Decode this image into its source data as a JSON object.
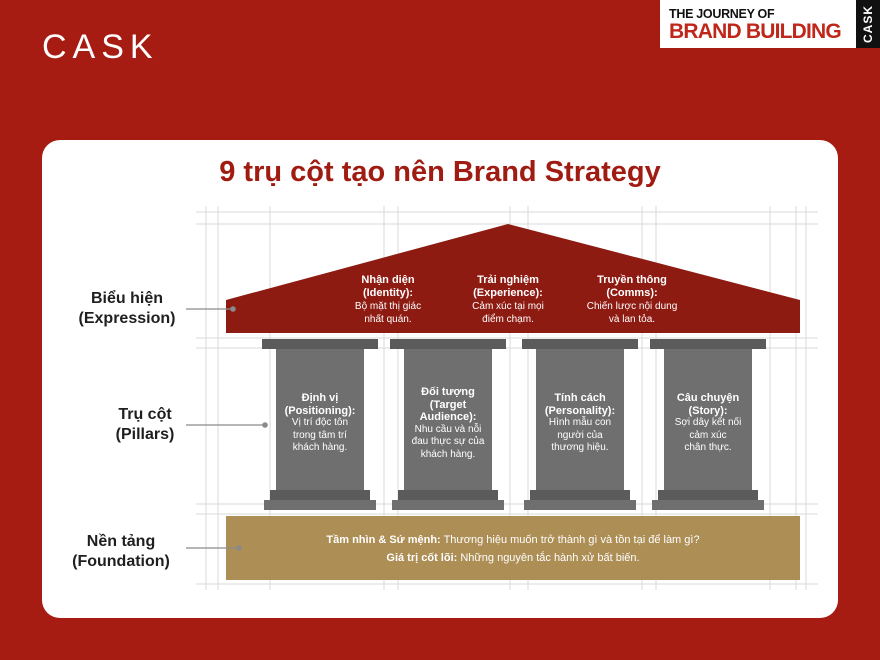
{
  "header": {
    "logo": "CASK",
    "badge_line1": "THE JOURNEY OF",
    "badge_line2": "BRAND BUILDING",
    "badge_side": "CASK"
  },
  "diagram": {
    "title": "9 trụ cột tạo nên Brand Strategy",
    "labels": {
      "expression": [
        "Biểu hiện",
        "(Expression)"
      ],
      "pillars": [
        "Trụ cột",
        "(Pillars)"
      ],
      "foundation": [
        "Nền tảng",
        "(Foundation)"
      ]
    },
    "roof": [
      {
        "title1": "Nhận diện",
        "title2": "(Identity):",
        "desc1": "Bộ mặt thị giác",
        "desc2": "nhất quán."
      },
      {
        "title1": "Trải nghiệm",
        "title2": "(Experience):",
        "desc1": "Cảm xúc tại mọi",
        "desc2": "điểm chạm."
      },
      {
        "title1": "Truyền thông",
        "title2": "(Comms):",
        "desc1": "Chiến lược nội dung",
        "desc2": "và lan tỏa."
      }
    ],
    "pillars": [
      {
        "lines_bold": [
          "Định vị",
          "(Positioning):"
        ],
        "lines": [
          "Vị trí độc tôn",
          "trong tâm trí",
          "khách hàng."
        ]
      },
      {
        "lines_bold": [
          "Đối tượng",
          "(Target",
          "Audience):"
        ],
        "lines": [
          "Nhu cầu và nỗi",
          "đau thực sự của",
          "khách hàng."
        ]
      },
      {
        "lines_bold": [
          "Tính cách",
          "(Personality):"
        ],
        "lines": [
          "Hình mẫu con",
          "người của",
          "thương hiệu."
        ]
      },
      {
        "lines_bold": [
          "Câu chuyện",
          "(Story):"
        ],
        "lines": [
          "Sợi dây kết nối",
          "cảm xúc",
          "chân thực."
        ]
      }
    ],
    "foundation": {
      "line1_bold": "Tầm nhìn & Sứ mệnh:",
      "line1_text": " Thương hiệu muốn trở thành gì và tồn tại để làm gì?",
      "line2_bold": "Giá trị cốt lõi:",
      "line2_text": " Những nguyên tắc hành xử bất biến."
    },
    "colors": {
      "roof": "#8e1b12",
      "pillar": "#6f6f6f",
      "pillar_cap": "#5b5b5b",
      "foundation": "#ad8e55",
      "grid": "#d8d8d8"
    }
  }
}
